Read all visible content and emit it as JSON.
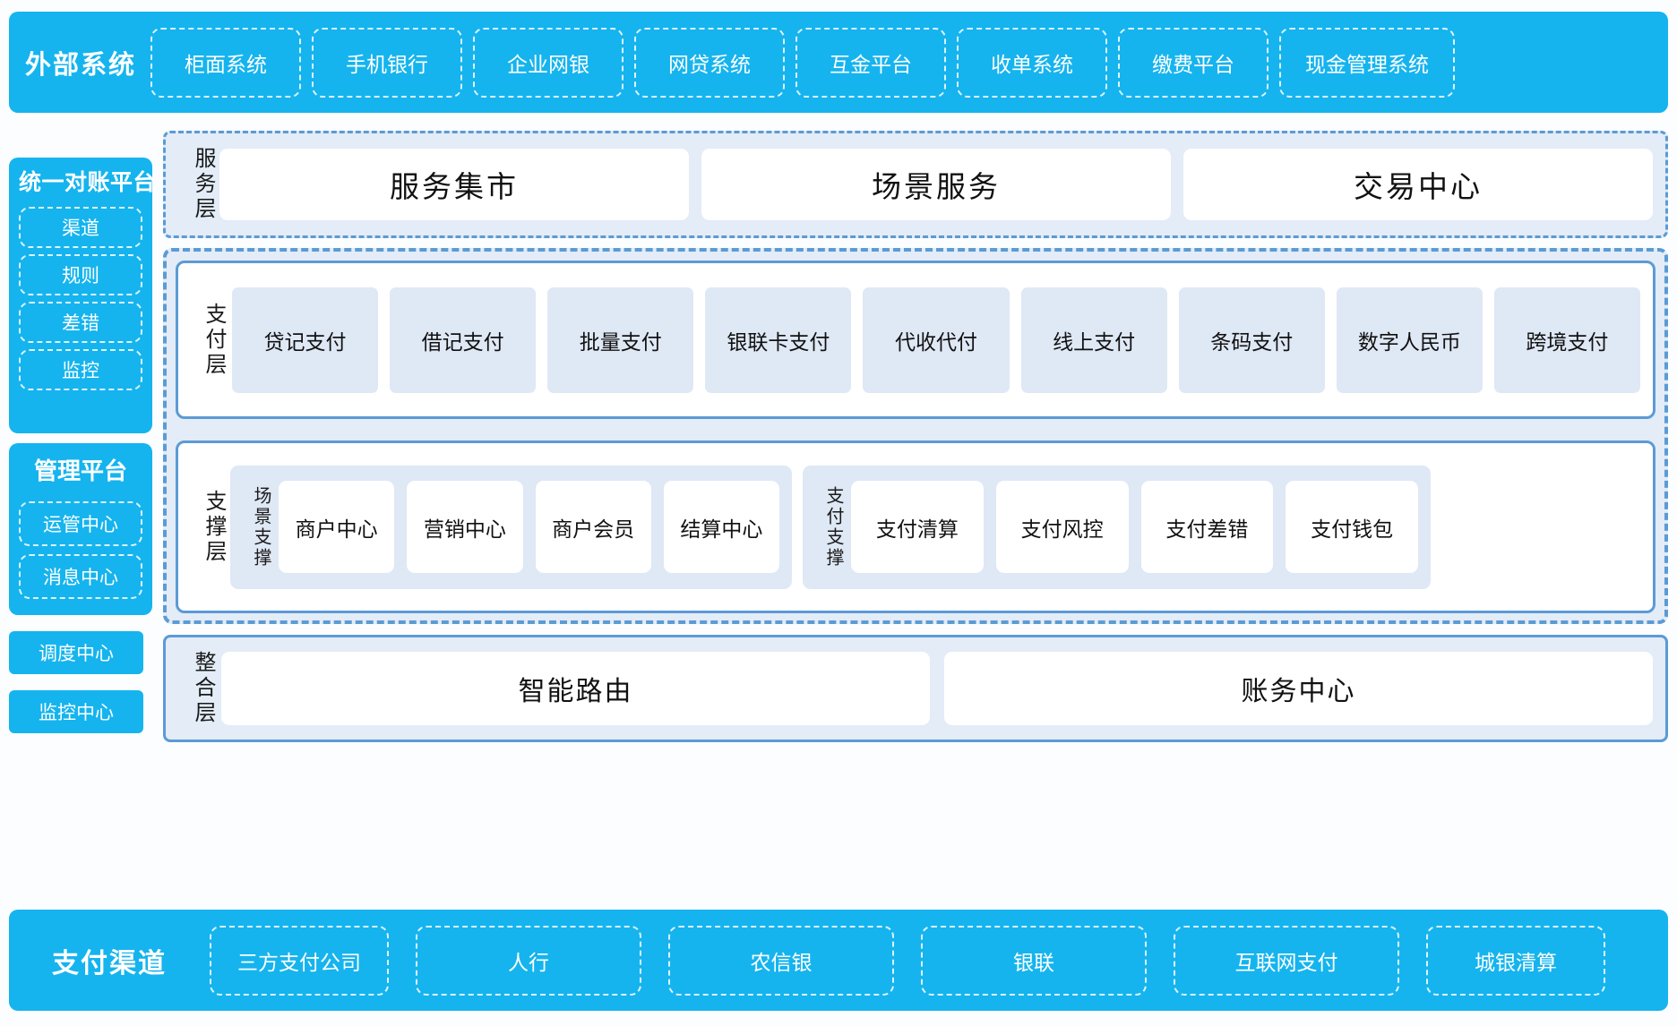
{
  "colors": {
    "brand_cyan": "#15b4ee",
    "dashed_blue": "#5b9bd5",
    "panel_blue": "#e3ecf7",
    "card_blue": "#dfe8f5",
    "background": "#fbfdfe",
    "card_white": "#ffffff"
  },
  "external_systems": {
    "title": "外部系统",
    "items": [
      "柜面系统",
      "手机银行",
      "企业网银",
      "网贷系统",
      "互金平台",
      "收单系统",
      "缴费平台",
      "现金管理系统"
    ]
  },
  "recon_platform": {
    "title": "统一对账平台",
    "items": [
      "渠道",
      "规则",
      "差错",
      "监控"
    ]
  },
  "manage_platform": {
    "title": "管理平台",
    "items": [
      "运管中心",
      "消息中心"
    ]
  },
  "standalone_boxes": [
    "调度中心",
    "监控中心"
  ],
  "service_layer": {
    "label": "服务层",
    "cards": [
      "服务集市",
      "场景服务",
      "交易中心"
    ]
  },
  "payment_layer": {
    "label": "支付层",
    "cards": [
      "贷记支付",
      "借记支付",
      "批量支付",
      "银联卡支付",
      "代收代付",
      "线上支付",
      "条码支付",
      "数字人民币",
      "跨境支付"
    ]
  },
  "support_layer": {
    "label": "支撑层",
    "groups": [
      {
        "label": "场景支撑",
        "cards": [
          "商户中心",
          "营销中心",
          "商户会员",
          "结算中心"
        ]
      },
      {
        "label": "支付支撑",
        "cards": [
          "支付清算",
          "支付风控",
          "支付差错",
          "支付钱包"
        ]
      }
    ]
  },
  "integration_layer": {
    "label": "整合层",
    "cards": [
      "智能路由",
      "账务中心"
    ]
  },
  "payment_channels": {
    "title": "支付渠道",
    "items": [
      "三方支付公司",
      "人行",
      "农信银",
      "银联",
      "互联网支付",
      "城银清算"
    ]
  }
}
